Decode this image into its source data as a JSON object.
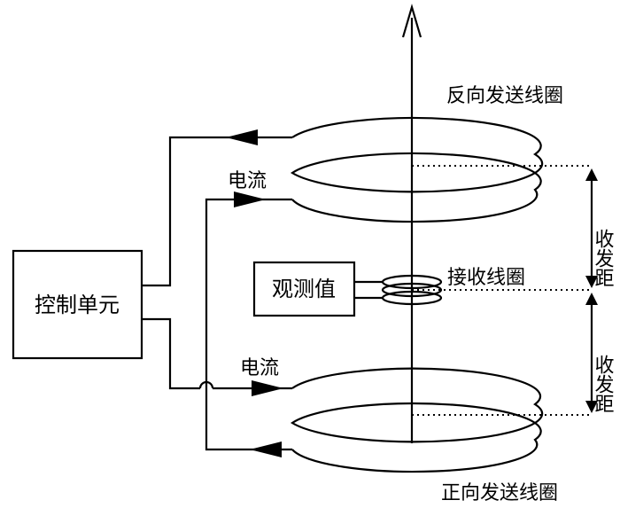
{
  "labels": {
    "reverse_coil": "反向发送线圈",
    "forward_coil": "正向发送线圈",
    "control_unit": "控制单元",
    "observation": "观测值",
    "receive_coil": "接收线圈",
    "current_top": "电流",
    "current_bottom": "电流",
    "distance_top": "收发距",
    "distance_bottom": "收发距"
  }
}
